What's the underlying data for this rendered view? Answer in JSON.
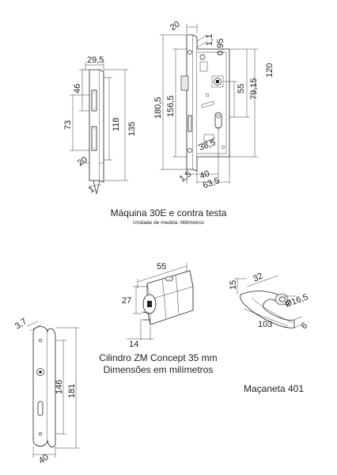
{
  "dimensions": {
    "strike": {
      "d29_5": "29,5",
      "d46": "46",
      "d73": "73",
      "d118": "118",
      "d135": "135",
      "d20": "20",
      "d1": "1"
    },
    "mortise": {
      "d20": "20",
      "d1_1": "1,1",
      "d0_95": "0,95",
      "d180_5": "180,5",
      "d156_5": "156,5",
      "d120": "120",
      "d79_15": "79,15",
      "d55": "55",
      "d38_5": "38,5",
      "d1_5": "1,5",
      "d40": "40",
      "d63_5": "63,5"
    },
    "cylinder": {
      "d55": "55",
      "d27": "27",
      "d14": "14"
    },
    "escutcheon": {
      "d3_7": "3,7",
      "d146": "146",
      "d181": "181",
      "d40": "40"
    },
    "handle": {
      "d15": "15",
      "d32": "32",
      "d16_5": "Ø16,5",
      "d103": "103",
      "d6": "6"
    }
  },
  "captions": {
    "machine_title": "Máquina 30E e contra testa",
    "machine_sub": "Unidade de medida: Milímetros",
    "cylinder_line1": "Cilindro ZM Concept 35 mm",
    "cylinder_line2": "Dimensões em milímetros",
    "handle_title": "Maçaneta 401"
  }
}
